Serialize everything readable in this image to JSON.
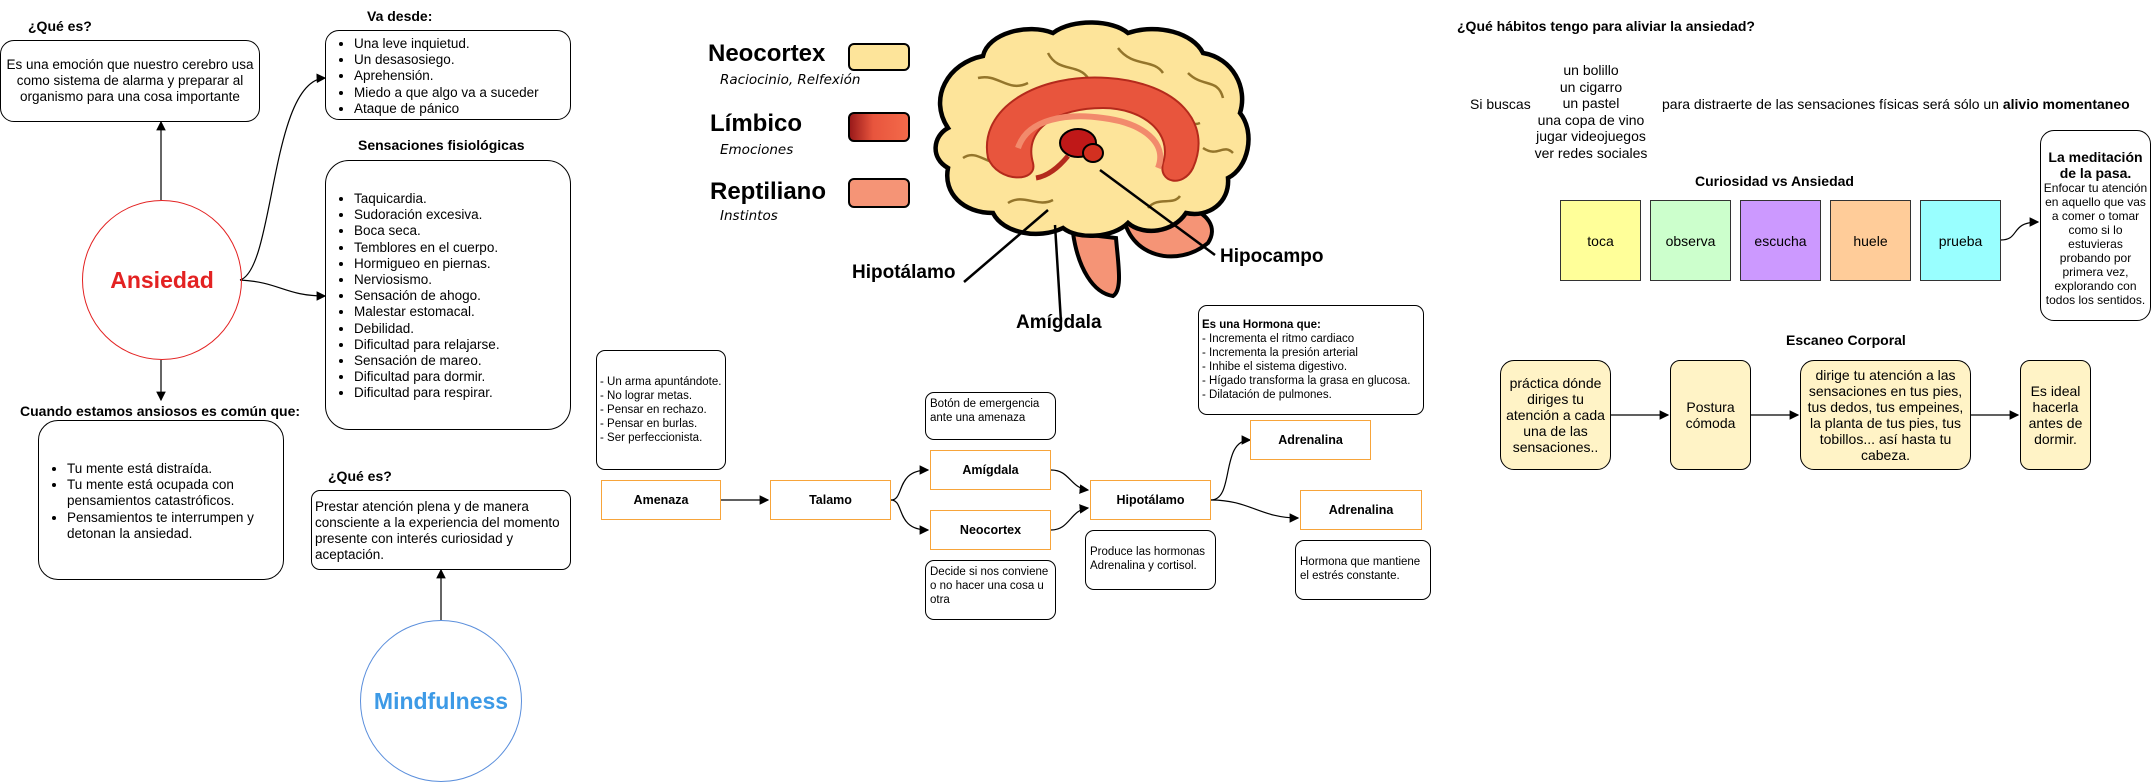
{
  "left": {
    "que_es_title": "¿Qué es?",
    "que_es_text": "Es una emoción que nuestro cerebro usa como sistema de alarma y preparar al organismo para una cosa importante",
    "ansiedad": "Ansiedad",
    "va_desde_title": "Va desde:",
    "va_desde_items": [
      "Una leve inquietud.",
      "Un desasosiego.",
      "Aprehensión.",
      "Miedo a que algo va a suceder",
      "Ataque de pánico"
    ],
    "sensaciones_title": "Sensaciones fisiológicas",
    "sensaciones_items": [
      "Taquicardia.",
      "Sudoración excesiva.",
      "Boca seca.",
      "Temblores en el cuerpo.",
      "Hormigueo en piernas.",
      "Nerviosismo.",
      "Sensación de ahogo.",
      "Malestar estomacal.",
      "Debilidad.",
      "Dificultad para relajarse.",
      "Sensación de mareo.",
      "Dificultad para dormir.",
      "Dificultad para respirar."
    ],
    "cuando_title": "Cuando estamos ansiosos es común que:",
    "cuando_items": [
      "Tu mente está distraída.",
      "Tu mente está ocupada con pensamientos catastróficos.",
      "Pensamientos te interrumpen y detonan la ansiedad."
    ],
    "mind_que_es_title": "¿Qué es?",
    "mind_que_es_text": "Prestar atención plena y de manera consciente a la experiencia del momento presente con interés curiosidad y aceptación.",
    "mindfulness": "Mindfulness"
  },
  "brain": {
    "neocortex": "Neocortex",
    "neocortex_sub": "Raciocinio, Relfexión",
    "limbico": "Límbico",
    "limbico_sub": "Emociones",
    "reptiliano": "Reptiliano",
    "reptiliano_sub": "Instintos",
    "hipotalamo": "Hipotálamo",
    "amigdala": "Amígdala",
    "hipocampo": "Hipocampo",
    "colors": {
      "neocortex": "#fde49a",
      "limbico": "#e8553d",
      "reptiliano": "#f59476"
    }
  },
  "flow": {
    "amenaza_note": [
      "- Un arma apuntándote.",
      "- No lograr metas.",
      "- Pensar en rechazo.",
      "- Pensar en burlas.",
      "- Ser perfeccionista."
    ],
    "amenaza": "Amenaza",
    "talamo": "Talamo",
    "boton_note": "Botón de emergencia ante una amenaza",
    "amigdala": "Amígdala",
    "neocortex": "Neocortex",
    "decide_note": "Decide si nos conviene o no hacer una cosa u otra",
    "hipotalamo": "Hipotálamo",
    "produce_note": "Produce las hormonas Adrenalina y cortisol.",
    "hormona_title": "Es una Hormona que:",
    "hormona_items": [
      "- Incrementa el ritmo cardiaco",
      "- Incrementa la presión arterial",
      "- Inhibe el sistema digestivo.",
      "- Hígado transforma la grasa en glucosa.",
      "- Dilatación de pulmones."
    ],
    "adrenalina_1": "Adrenalina",
    "adrenalina_2": "Adrenalina",
    "cortisol_note": "Hormona que mantiene el estrés constante."
  },
  "right": {
    "habitos_title": "¿Qué hábitos tengo para aliviar la ansiedad?",
    "si_buscas": "Si buscas",
    "opciones": [
      "un bolillo",
      "un cigarro",
      "un pastel",
      "una copa de vino",
      "jugar videojuegos",
      "ver redes sociales"
    ],
    "para_distraerte": "para distraerte de las sensaciones físicas será sólo un",
    "alivio": "alivio momentaneo",
    "curiosidad_title": "Curiosidad vs Ansiedad",
    "curiosidad_items": [
      {
        "label": "toca",
        "color": "#ffff99"
      },
      {
        "label": "observa",
        "color": "#ccffcc"
      },
      {
        "label": "escucha",
        "color": "#cc99ff"
      },
      {
        "label": "huele",
        "color": "#ffcc99"
      },
      {
        "label": "prueba",
        "color": "#99ffff"
      }
    ],
    "pasa_title": "La meditación de la pasa.",
    "pasa_text": "Enfocar tu atención en aquello que vas a comer o tomar como si lo estuvieras probando por primera vez, explorando con todos los sentidos.",
    "escaneo_title": "Escaneo Corporal",
    "escaneo_steps": [
      "práctica dónde diriges tu atención a cada una de las sensaciones..",
      "Postura cómoda",
      "dirige tu atención a las sensaciones en tus pies, tus dedos, tus empeines, la planta de tus pies, tus tobillos... así hasta tu cabeza.",
      "Es ideal hacerla antes de dormir."
    ]
  }
}
